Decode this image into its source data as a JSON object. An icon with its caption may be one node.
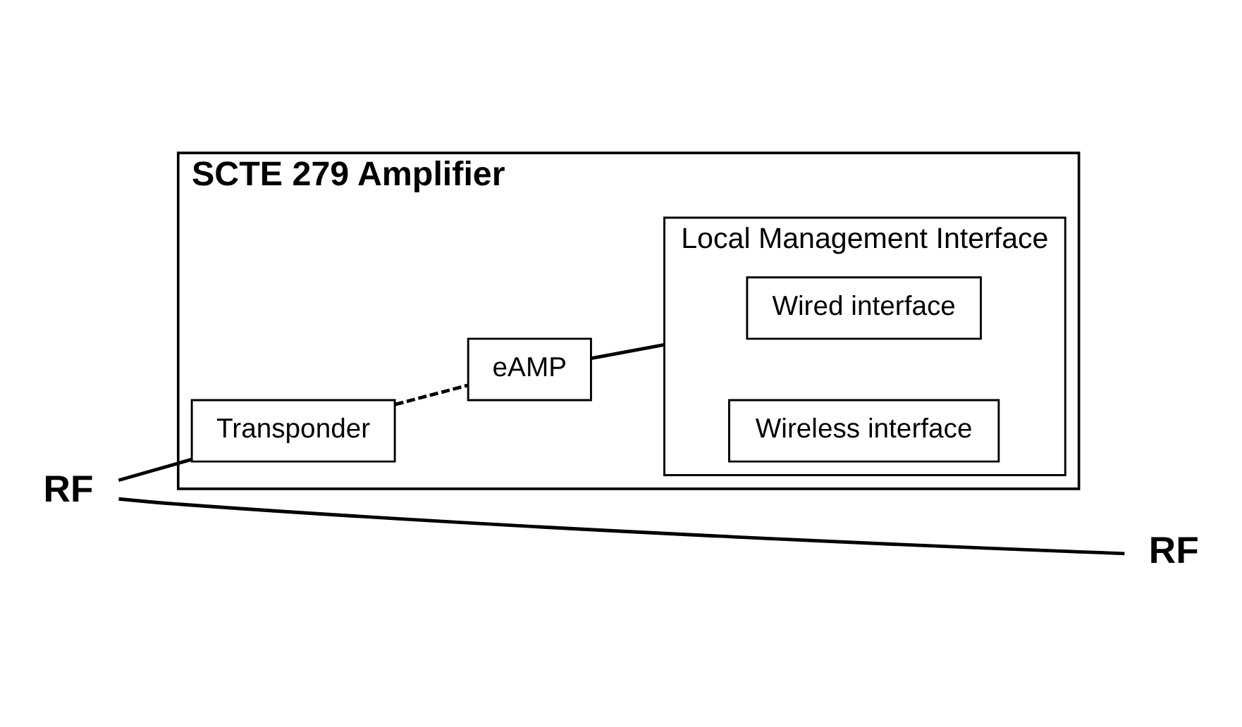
{
  "diagram": {
    "nodes": [
      {
        "text": [
          "SCTE 279 Amplifier"
        ]
      },
      {
        "text": [
          "RF"
        ]
      },
      {
        "text": [
          "RF"
        ]
      },
      {
        "text": [
          "Transponder"
        ],
        "in": 0
      },
      {
        "text": [
          "eAMP"
        ],
        "in": 0
      },
      {
        "text": [
          "Local Management Interface"
        ],
        "in": 0
      },
      {
        "text": [
          "Wired interface"
        ],
        "in": 5
      },
      {
        "text": [
          "Wireless interface"
        ],
        "in": 5
      }
    ],
    "edges": [
      {
        "from": 1,
        "to": 2,
        "arrow": "none"
      },
      {
        "from": 1,
        "to": 3,
        "arrow": "none"
      },
      {
        "from": 3,
        "to": 4,
        "arrow": "none",
        "style": "dashed"
      },
      {
        "from": 4,
        "to": 5,
        "arrow": "none"
      }
    ]
  }
}
